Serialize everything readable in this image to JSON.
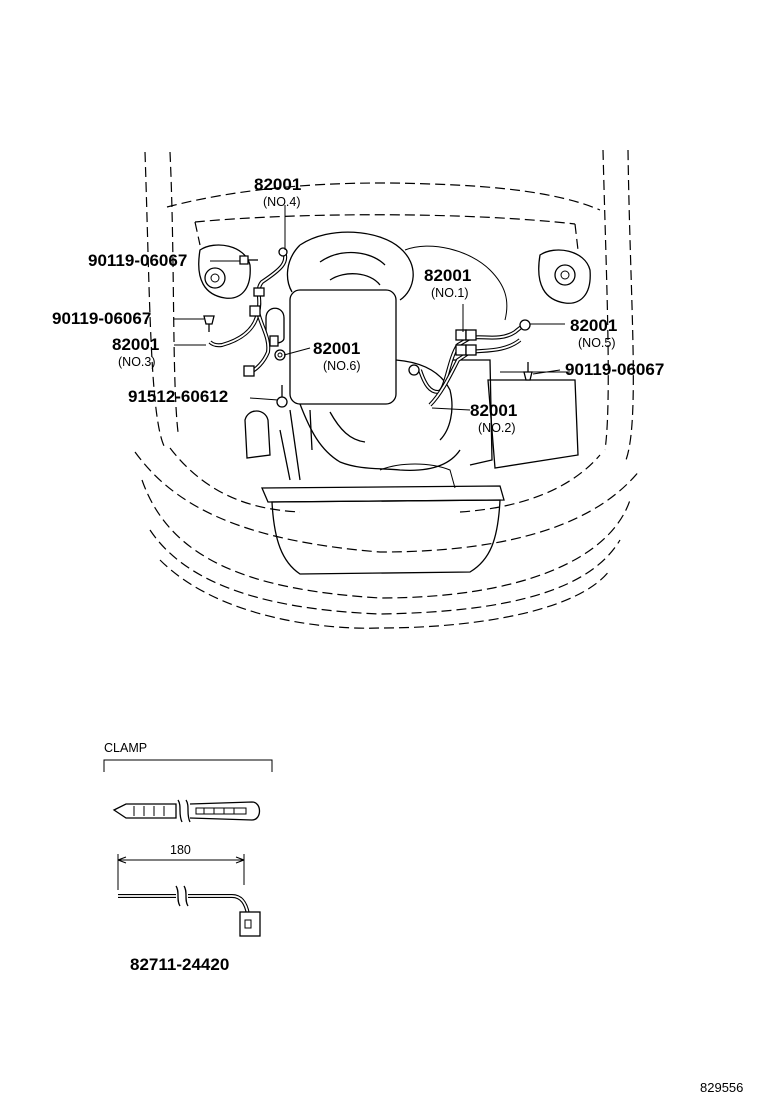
{
  "callouts": {
    "no4": {
      "part": "82001",
      "sub": "(NO.4)"
    },
    "no1": {
      "part": "82001",
      "sub": "(NO.1)"
    },
    "no5": {
      "part": "82001",
      "sub": "(NO.5)"
    },
    "no3": {
      "part": "82001",
      "sub": "(NO.3)"
    },
    "no6": {
      "part": "82001",
      "sub": "(NO.6)"
    },
    "no2": {
      "part": "82001",
      "sub": "(NO.2)"
    },
    "bolt_a": "90119-06067",
    "bolt_b": "90119-06067",
    "bolt_c": "90119-06067",
    "bolt_d": "91512-60612"
  },
  "clamp": {
    "heading": "CLAMP",
    "dimension": "180",
    "part_number": "82711-24420"
  },
  "illustration_id": "829556"
}
